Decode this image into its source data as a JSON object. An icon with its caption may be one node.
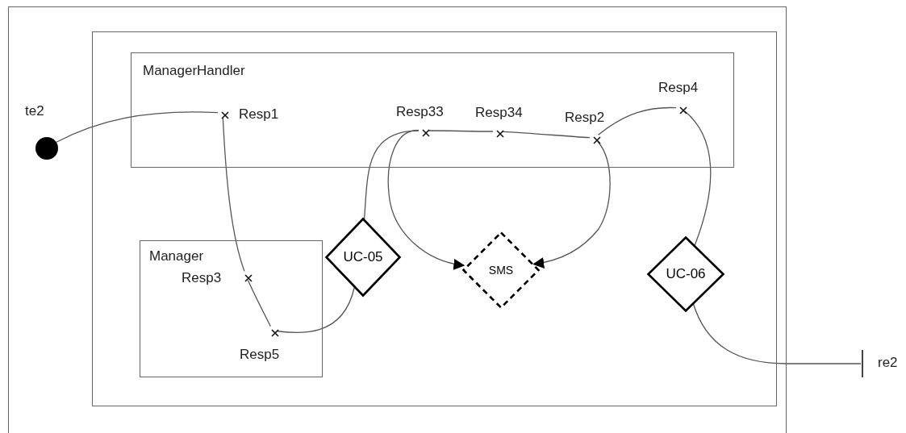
{
  "diagram": {
    "nodes": [
      {
        "text": [],
        "shape": "box"
      },
      {
        "text": [],
        "shape": "box",
        "in": 0
      },
      {
        "text": [
          "ManagerHandler"
        ],
        "in": 1
      },
      {
        "text": [
          "Manager"
        ],
        "in": 1
      },
      {
        "text": [],
        "shape": "circle",
        "beside": [
          "te2"
        ],
        "in": 0
      },
      {
        "text": [
          "Resp1"
        ],
        "in": 2
      },
      {
        "text": [
          "Resp33"
        ],
        "in": 2
      },
      {
        "text": [
          "Resp34"
        ],
        "in": 2
      },
      {
        "text": [
          "Resp2"
        ],
        "in": 2
      },
      {
        "text": [
          "Resp4"
        ],
        "in": 2
      },
      {
        "text": [
          "Resp3"
        ],
        "in": 3
      },
      {
        "text": [
          "Resp5"
        ],
        "in": 3
      },
      {
        "text": [
          "UC-05"
        ],
        "in": 1
      },
      {
        "text": [
          "SMS"
        ],
        "in": 1
      },
      {
        "text": [
          "UC-06"
        ],
        "in": 1
      },
      {
        "text": [],
        "shape": "bar",
        "beside": [
          "re2"
        ]
      }
    ],
    "edges": [
      {
        "from": 4,
        "to": 5,
        "arrow": "none"
      },
      {
        "from": 5,
        "to": 10,
        "arrow": "none"
      },
      {
        "from": 10,
        "to": 11,
        "arrow": "none"
      },
      {
        "from": 11,
        "to": 12,
        "arrow": "none"
      },
      {
        "from": 12,
        "to": 6,
        "arrow": "none"
      },
      {
        "from": 6,
        "to": 7,
        "arrow": "none"
      },
      {
        "from": 7,
        "to": 8,
        "arrow": "none"
      },
      {
        "from": 8,
        "to": 13,
        "arrow": "to"
      },
      {
        "from": 6,
        "to": 13,
        "arrow": "to"
      },
      {
        "from": 8,
        "to": 9,
        "arrow": "none"
      },
      {
        "from": 9,
        "to": 14,
        "arrow": "none"
      },
      {
        "from": 14,
        "to": 15,
        "arrow": "none"
      }
    ]
  }
}
